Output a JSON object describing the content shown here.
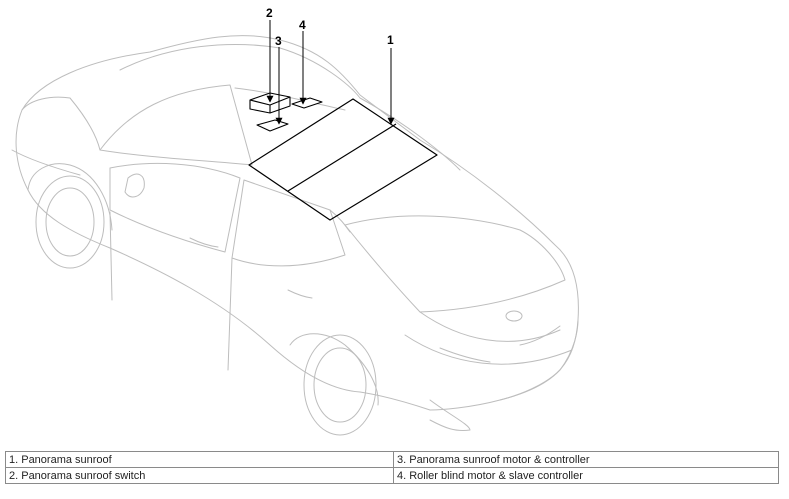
{
  "callouts": [
    {
      "number": "1"
    },
    {
      "number": "2"
    },
    {
      "number": "3"
    },
    {
      "number": "4"
    }
  ],
  "legend": {
    "rows": [
      {
        "left": "1. Panorama sunroof",
        "right": "3. Panorama sunroof motor & controller"
      },
      {
        "left": "2. Panorama sunroof switch",
        "right": "4. Roller blind motor & slave controller"
      }
    ]
  }
}
